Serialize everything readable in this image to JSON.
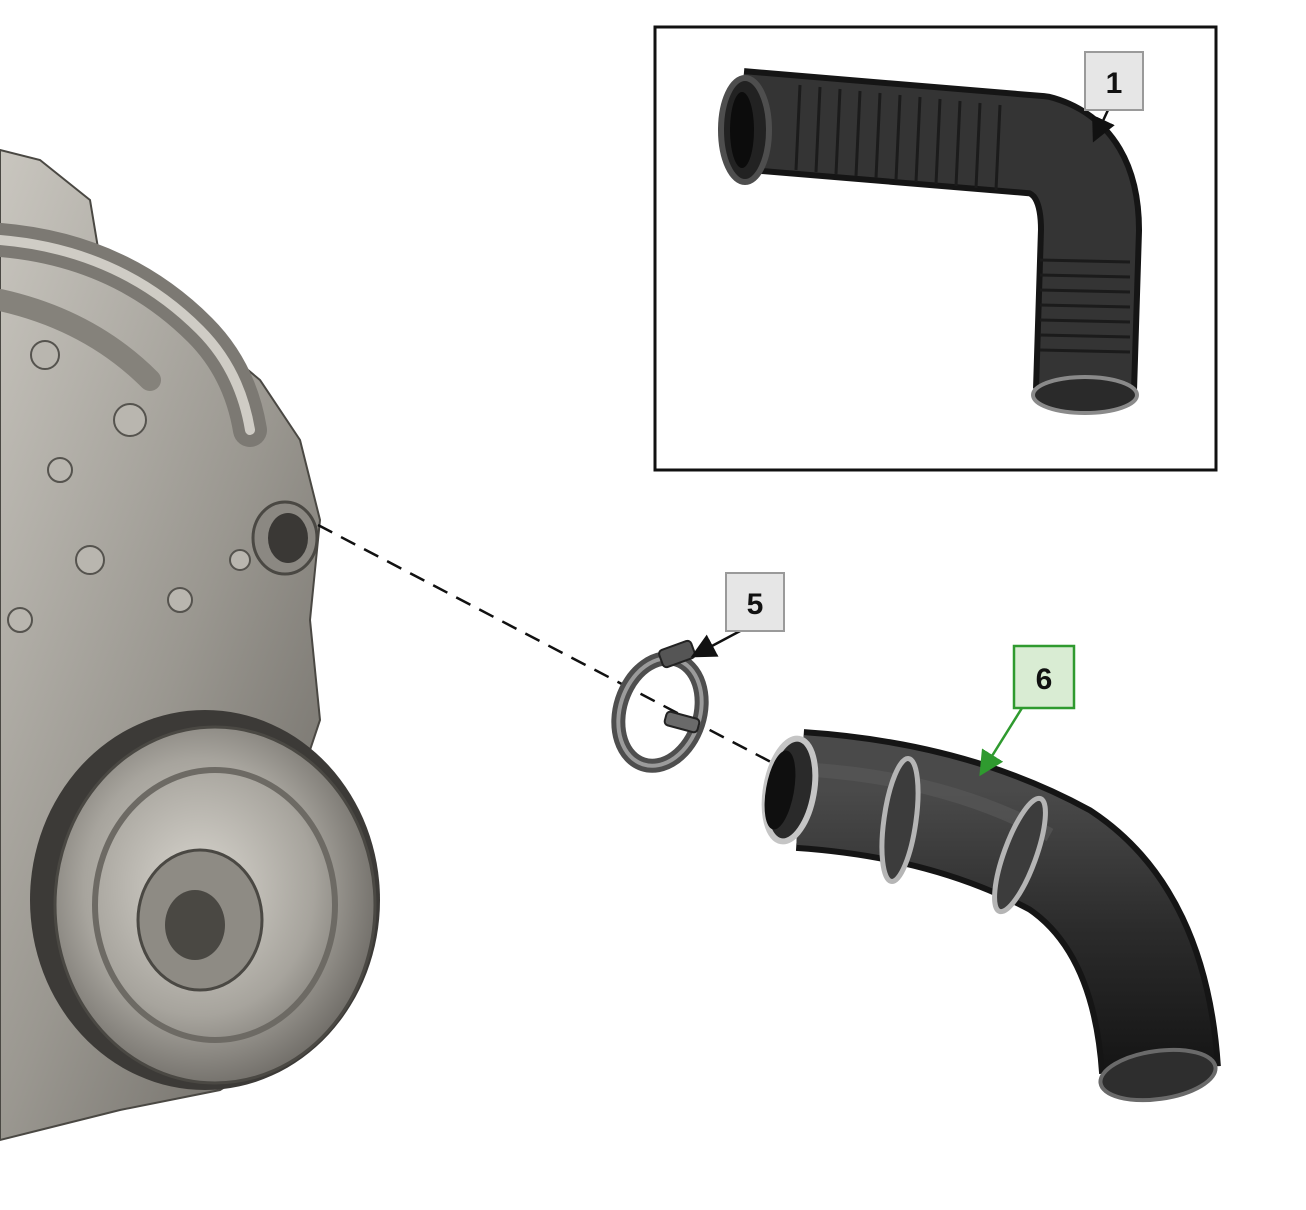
{
  "callouts": [
    {
      "label": "1",
      "highlighted": false
    },
    {
      "label": "5",
      "highlighted": false
    },
    {
      "label": "6",
      "highlighted": true
    }
  ],
  "colors": {
    "callout_default_border": "#9a9a9a",
    "callout_default_fill": "#e6e6e6",
    "callout_highlight_border": "#2f9a2f",
    "callout_highlight_fill": "#d9ecd3",
    "highlight_arrow": "#2f9a2f",
    "inset_frame": "#111111",
    "hose_rubber": "#2b2b2b",
    "engine_metal": "#9a9790"
  },
  "parts": [
    "engine-block",
    "inset-corrugated-elbow-hose",
    "hose-clamp",
    "air-intake-elbow-hose"
  ]
}
